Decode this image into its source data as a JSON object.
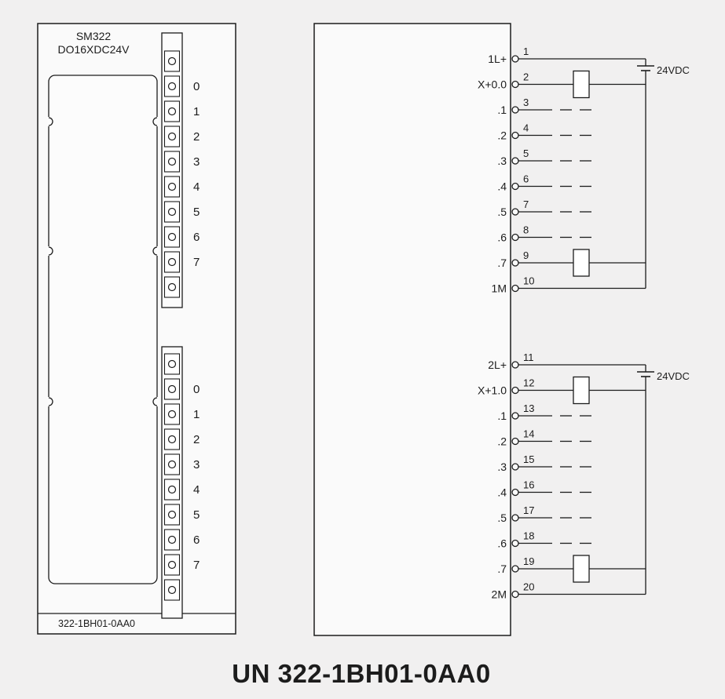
{
  "module": {
    "title_line1": "SM322",
    "title_line2": "DO16XDC24V",
    "order_number": "322-1BH01-0AA0",
    "led_groups": [
      {
        "name": "channel-group-0",
        "labels": [
          "0",
          "1",
          "2",
          "3",
          "4",
          "5",
          "6",
          "7"
        ]
      },
      {
        "name": "channel-group-1",
        "labels": [
          "0",
          "1",
          "2",
          "3",
          "4",
          "5",
          "6",
          "7"
        ]
      }
    ]
  },
  "wiring": {
    "groups": [
      {
        "supply_label": "24VDC",
        "rows": [
          {
            "pin": "1",
            "label": "1L+",
            "type": "supply"
          },
          {
            "pin": "2",
            "label": "X+0.0",
            "type": "load"
          },
          {
            "pin": "3",
            "label": ".1",
            "type": "dashed"
          },
          {
            "pin": "4",
            "label": ".2",
            "type": "dashed"
          },
          {
            "pin": "5",
            "label": ".3",
            "type": "dashed"
          },
          {
            "pin": "6",
            "label": ".4",
            "type": "dashed"
          },
          {
            "pin": "7",
            "label": ".5",
            "type": "dashed"
          },
          {
            "pin": "8",
            "label": ".6",
            "type": "dashed"
          },
          {
            "pin": "9",
            "label": ".7",
            "type": "load"
          },
          {
            "pin": "10",
            "label": "1M",
            "type": "return"
          }
        ]
      },
      {
        "supply_label": "24VDC",
        "rows": [
          {
            "pin": "11",
            "label": "2L+",
            "type": "supply"
          },
          {
            "pin": "12",
            "label": "X+1.0",
            "type": "load"
          },
          {
            "pin": "13",
            "label": ".1",
            "type": "dashed"
          },
          {
            "pin": "14",
            "label": ".2",
            "type": "dashed"
          },
          {
            "pin": "15",
            "label": ".3",
            "type": "dashed"
          },
          {
            "pin": "16",
            "label": ".4",
            "type": "dashed"
          },
          {
            "pin": "17",
            "label": ".5",
            "type": "dashed"
          },
          {
            "pin": "18",
            "label": ".6",
            "type": "dashed"
          },
          {
            "pin": "19",
            "label": ".7",
            "type": "load"
          },
          {
            "pin": "20",
            "label": "2M",
            "type": "return"
          }
        ]
      }
    ]
  },
  "caption": "UN 322-1BH01-0AA0",
  "colors": {
    "line": "#1c1c1c",
    "background": "#f1f0f0",
    "panel": "#fcfcfc"
  }
}
